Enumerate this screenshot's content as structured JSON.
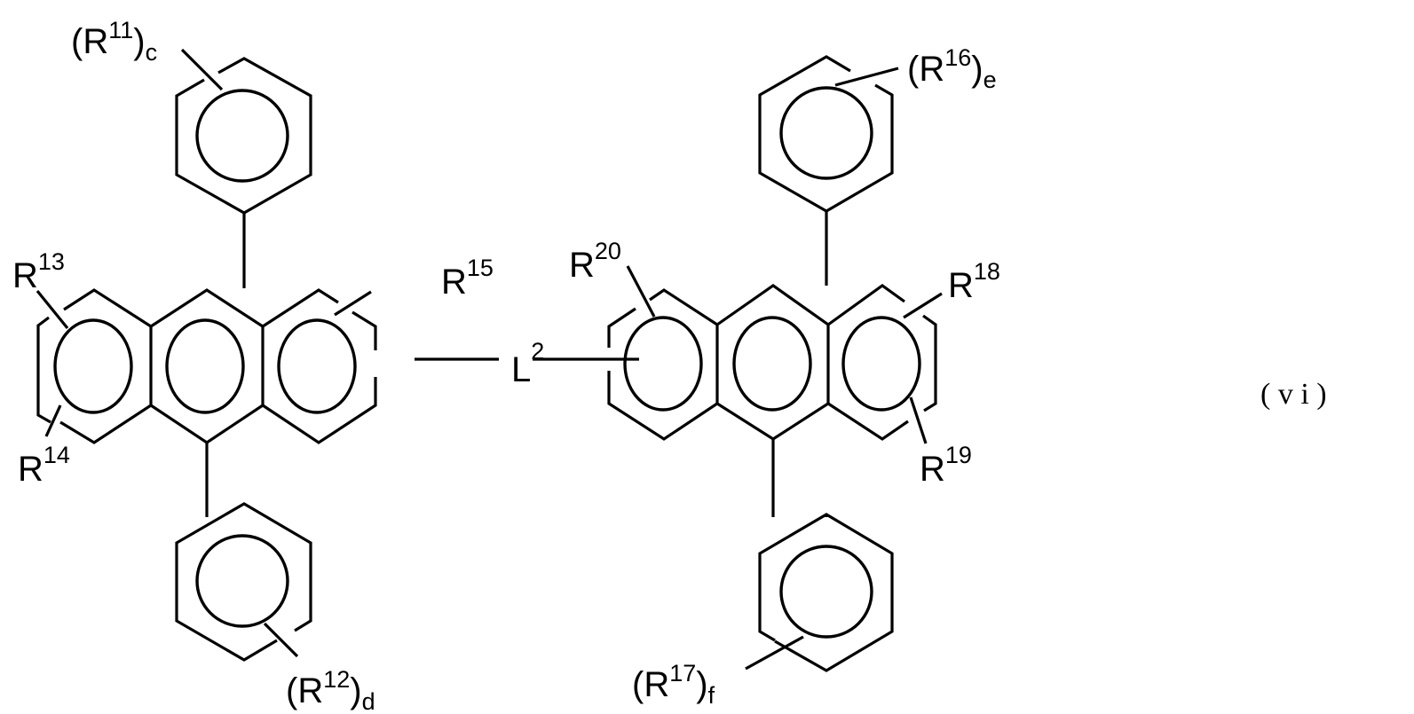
{
  "figure": {
    "description": "Chemical structural formula (vi): two 9,10-diphenylanthracene units joined by linker L2",
    "formula_label": "( v i )",
    "line_color": "#000000",
    "background": "#ffffff"
  },
  "left_unit": {
    "core": "anthracene",
    "top_phenyl": {
      "substituent": "R",
      "superscript": "11",
      "subscript": "c"
    },
    "bottom_phenyl": {
      "substituent": "R",
      "superscript": "12",
      "subscript": "d"
    },
    "ring_substituents": [
      {
        "symbol": "R",
        "superscript": "13"
      },
      {
        "symbol": "R",
        "superscript": "14"
      },
      {
        "symbol": "R",
        "superscript": "15"
      }
    ]
  },
  "linker": {
    "symbol": "L",
    "superscript": "2"
  },
  "right_unit": {
    "core": "anthracene",
    "top_phenyl": {
      "substituent": "R",
      "superscript": "16",
      "subscript": "e"
    },
    "bottom_phenyl": {
      "substituent": "R",
      "superscript": "17",
      "subscript": "f"
    },
    "ring_substituents": [
      {
        "symbol": "R",
        "superscript": "20"
      },
      {
        "symbol": "R",
        "superscript": "18"
      },
      {
        "symbol": "R",
        "superscript": "19"
      }
    ]
  }
}
